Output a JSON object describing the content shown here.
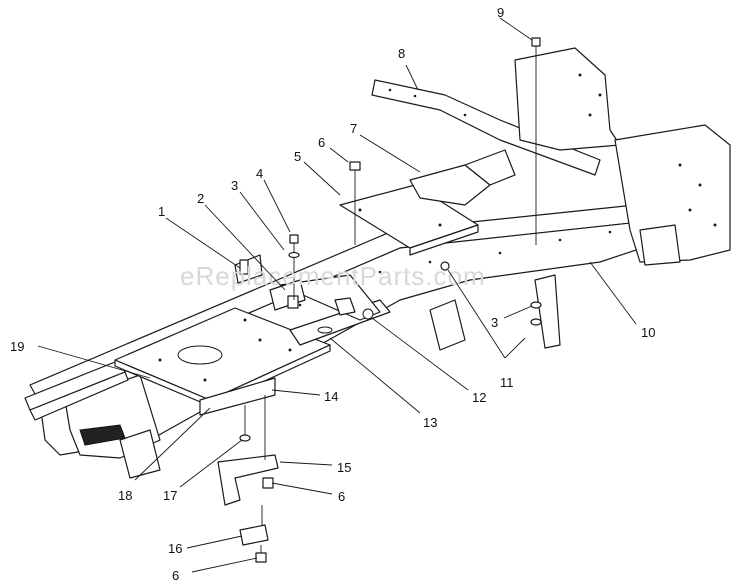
{
  "watermark": "eReplacementParts.com",
  "callouts": [
    {
      "id": "c1",
      "label": "1"
    },
    {
      "id": "c2",
      "label": "2"
    },
    {
      "id": "c3a",
      "label": "3"
    },
    {
      "id": "c3b",
      "label": "3"
    },
    {
      "id": "c4",
      "label": "4"
    },
    {
      "id": "c5",
      "label": "5"
    },
    {
      "id": "c6a",
      "label": "6"
    },
    {
      "id": "c6b",
      "label": "6"
    },
    {
      "id": "c6c",
      "label": "6"
    },
    {
      "id": "c7",
      "label": "7"
    },
    {
      "id": "c8",
      "label": "8"
    },
    {
      "id": "c9",
      "label": "9"
    },
    {
      "id": "c10",
      "label": "10"
    },
    {
      "id": "c11",
      "label": "11"
    },
    {
      "id": "c12",
      "label": "12"
    },
    {
      "id": "c13",
      "label": "13"
    },
    {
      "id": "c14",
      "label": "14"
    },
    {
      "id": "c15",
      "label": "15"
    },
    {
      "id": "c16",
      "label": "16"
    },
    {
      "id": "c17",
      "label": "17"
    },
    {
      "id": "c18",
      "label": "18"
    },
    {
      "id": "c19",
      "label": "19"
    }
  ]
}
